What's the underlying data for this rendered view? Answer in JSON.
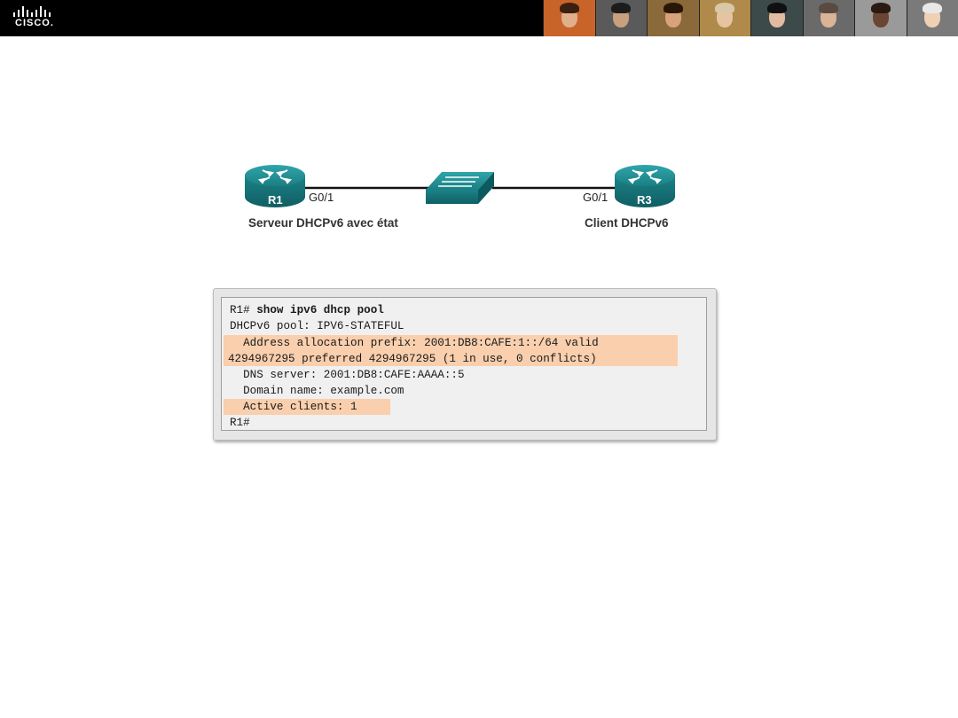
{
  "header": {
    "logo_text": "CISCO.",
    "photo_colors": [
      {
        "bg": "#c8642a",
        "face": "#e0b08a",
        "hair": "#3a2010"
      },
      {
        "bg": "#5a5a5a",
        "face": "#c9a07e",
        "hair": "#1c1c1c"
      },
      {
        "bg": "#8a6a3a",
        "face": "#d8a27a",
        "hair": "#2a1608"
      },
      {
        "bg": "#b08a4a",
        "face": "#e6c4a2",
        "hair": "#d8c8a8"
      },
      {
        "bg": "#3c4a4a",
        "face": "#e2bca0",
        "hair": "#101010"
      },
      {
        "bg": "#6a6a6a",
        "face": "#d9b497",
        "hair": "#5a4a40"
      },
      {
        "bg": "#9a9a9a",
        "face": "#6a4632",
        "hair": "#2a1a10"
      },
      {
        "bg": "#7a7a7a",
        "face": "#f0d0b4",
        "hair": "#e8e8e8"
      }
    ]
  },
  "topology": {
    "r1_label": "R1",
    "r3_label": "R3",
    "r1_interface": "G0/1",
    "r3_interface": "G0/1",
    "r1_caption": "Serveur DHCPv6 avec état",
    "r3_caption": "Client DHCPv6",
    "device_color": "#1f8f94"
  },
  "cli": {
    "highlight_color": "#f9cfad",
    "line1_prompt": "R1# ",
    "line1_command": "show ipv6 dhcp pool",
    "line2": "DHCPv6 pool: IPV6-STATEFUL",
    "line3": "  Address allocation prefix: 2001:DB8:CAFE:1::/64 valid",
    "line4": "4294967295 preferred 4294967295 (1 in use, 0 conflicts)",
    "line5": "  DNS server: 2001:DB8:CAFE:AAAA::5",
    "line6": "  Domain name: example.com",
    "line7": "  Active clients: 1",
    "line8": "R1#"
  }
}
